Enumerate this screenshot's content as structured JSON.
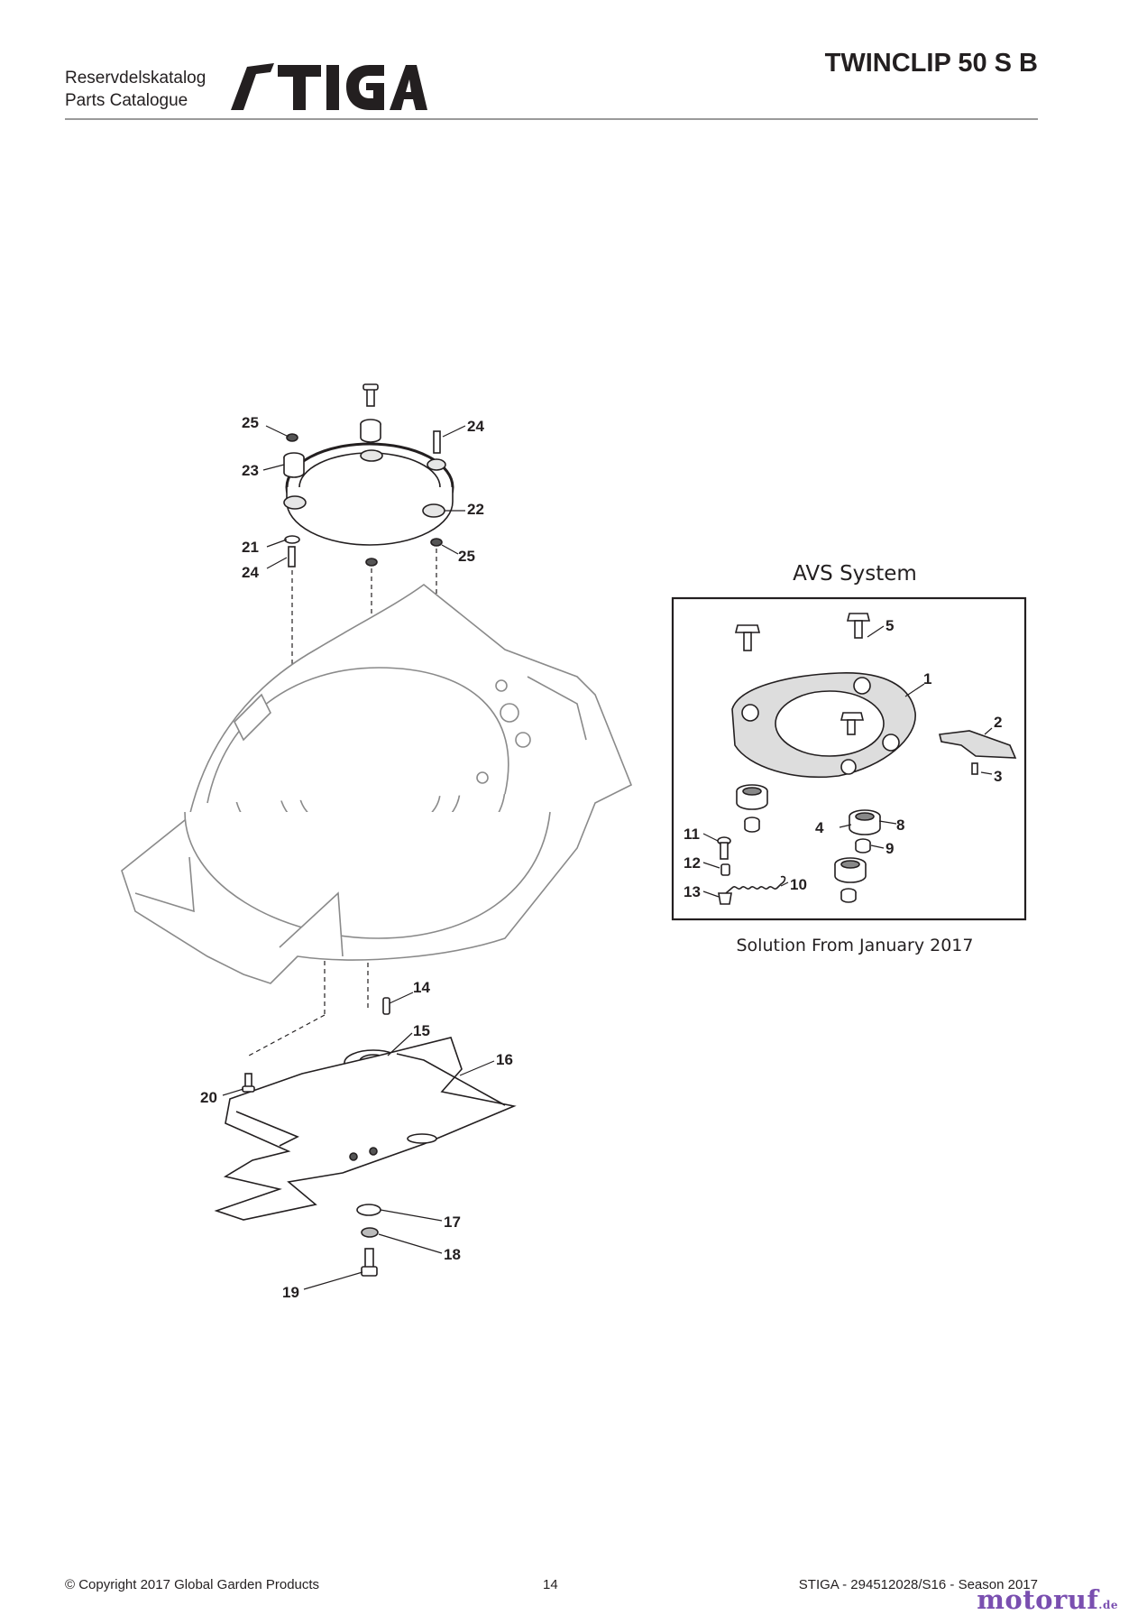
{
  "header": {
    "catalog_line1": "Reservdelskatalog",
    "catalog_line2": "Parts Catalogue",
    "brand": "STIGA",
    "model": "TWINCLIP 50 S B"
  },
  "main_diagram": {
    "callouts": [
      "25",
      "24",
      "23",
      "22",
      "21",
      "24",
      "25",
      "14",
      "15",
      "16",
      "20",
      "17",
      "18",
      "19"
    ]
  },
  "avs": {
    "title": "AVS System",
    "caption": "Solution From January 2017",
    "callouts": [
      "5",
      "1",
      "2",
      "3",
      "4",
      "8",
      "9",
      "11",
      "12",
      "13",
      "10"
    ]
  },
  "footer": {
    "copyright": "© Copyright 2017 Global Garden Products",
    "page": "14",
    "code": "STIGA - 294512028/S16 - Season 2017"
  },
  "watermark": {
    "main": "motoruf",
    "suffix": ".de"
  }
}
